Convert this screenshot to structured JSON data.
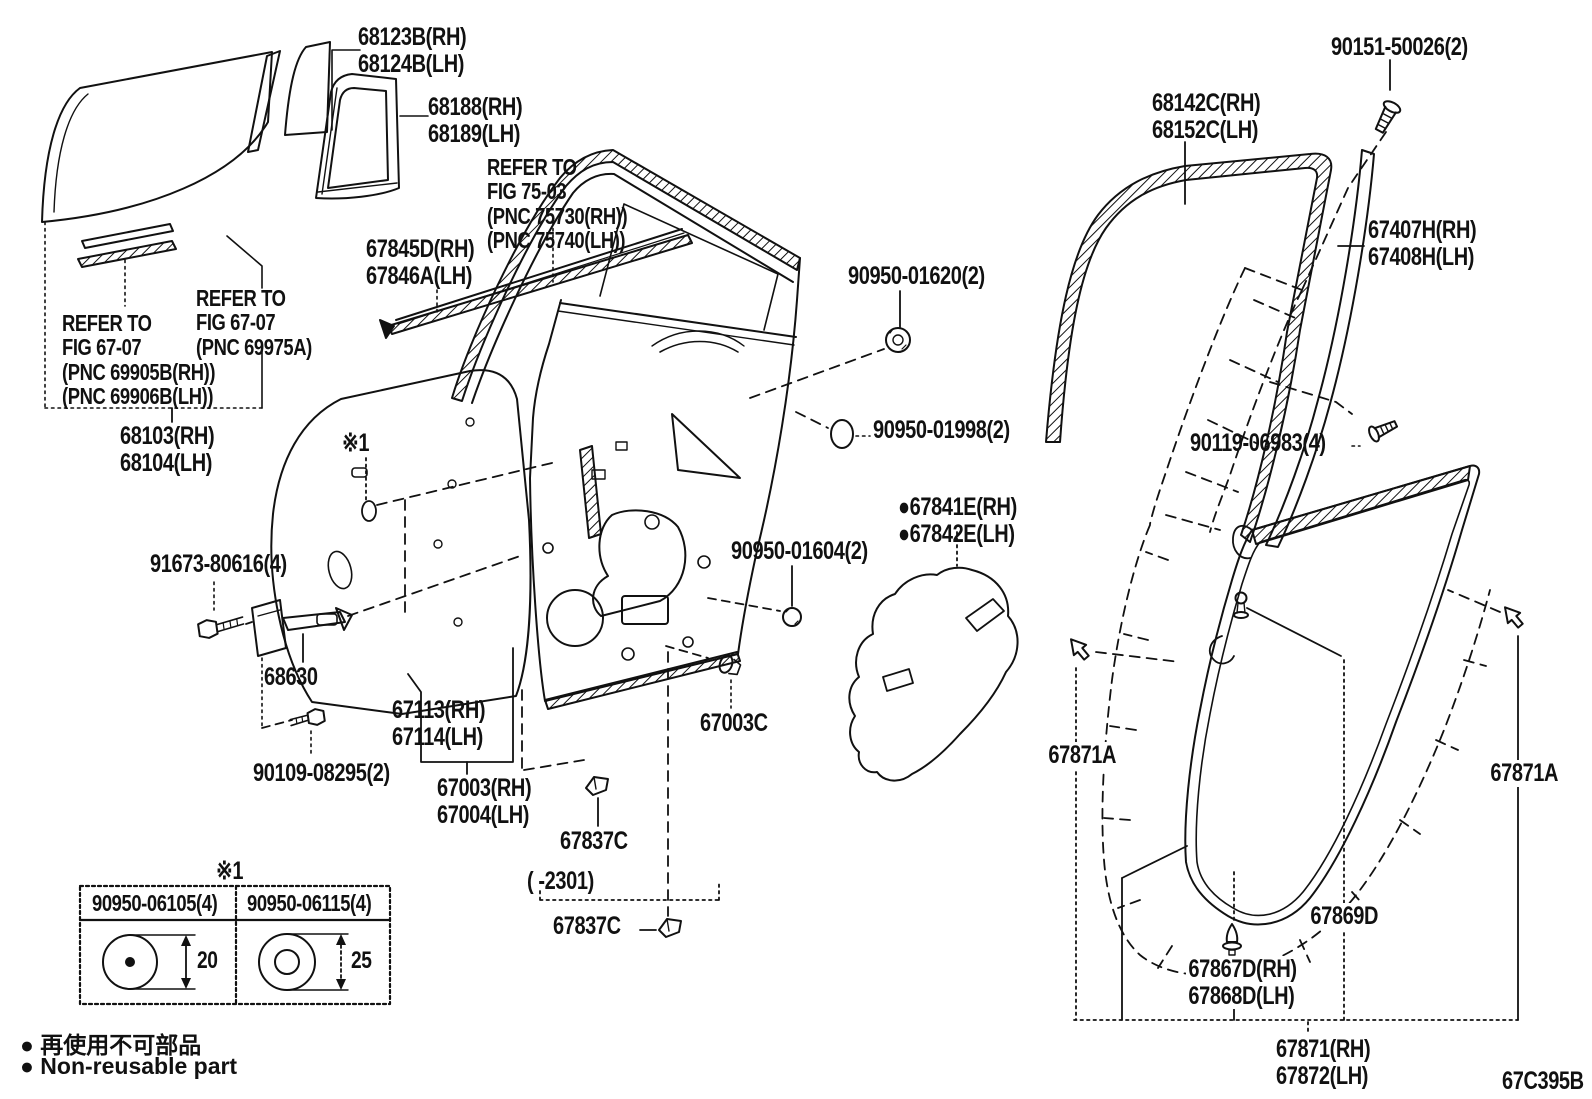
{
  "drawing": {
    "code": "67C395B",
    "marker": "※1"
  },
  "parts": {
    "glass_quarter": {
      "text": "68123B(RH)\n68124B(LH)"
    },
    "vent_frame": {
      "text": "68188(RH)\n68189(LH)"
    },
    "refer_7503": {
      "text": "REFER TO\nFIG 75-03\n(PNC 75730(RH))\n(PNC 75740(LH))"
    },
    "belt_molding": {
      "text": "67845D(RH)\n67846A(LH)"
    },
    "refer_69975": {
      "text": "REFER TO\nFIG 67-07\n(PNC 69975A)"
    },
    "refer_69905": {
      "text": "REFER TO\nFIG 67-07\n(PNC 69905B(RH))\n(PNC 69906B(LH))"
    },
    "glass_run": {
      "text": "68103(RH)\n68104(LH)"
    },
    "screw_90151": {
      "text": "90151-50026(2)"
    },
    "run_channel": {
      "text": "68142C(RH)\n68152C(LH)"
    },
    "rear_channel": {
      "text": "67407H(RH)\n67408H(LH)"
    },
    "grommet_01620": {
      "text": "90950-01620(2)"
    },
    "grommet_01998": {
      "text": "90950-01998(2)"
    },
    "screw_90119": {
      "text": "90119-06983(4)"
    },
    "hole_cover": {
      "text": "●67841E(RH)\n●67842E(LH)"
    },
    "grommet_01604": {
      "text": "90950-01604(2)"
    },
    "bolt_91673": {
      "text": "91673-80616(4)"
    },
    "door_check": {
      "text": "68630"
    },
    "bolt_90109": {
      "text": "90109-08295(2)"
    },
    "outer_panel": {
      "text": "67113(RH)\n67114(LH)"
    },
    "door_panel": {
      "text": "67003(RH)\n67004(LH)"
    },
    "clip_67837_a": {
      "text": "67837C"
    },
    "date_range": {
      "text": "(      -2301)"
    },
    "clip_67837_b": {
      "text": "67837C"
    },
    "cushion_67003C": {
      "text": "67003C"
    },
    "marker_door": {
      "text": "※1"
    },
    "ws_retainer_l": {
      "text": "67871A"
    },
    "ws_retainer_r": {
      "text": "67871A"
    },
    "ws_67869D": {
      "text": "67869D"
    },
    "ws_clip_bottom": {
      "text": "67867D(RH)\n67868D(LH)"
    },
    "weatherstrip": {
      "text": "67871(RH)\n67872(LH)"
    }
  },
  "table": {
    "marker": "※1",
    "columns": [
      {
        "part": "90950-06105(4)",
        "dim": "20"
      },
      {
        "part": "90950-06115(4)",
        "dim": "25"
      }
    ]
  },
  "legend": {
    "items": [
      "● 再使用不可部品",
      "● Non-reusable part"
    ]
  }
}
